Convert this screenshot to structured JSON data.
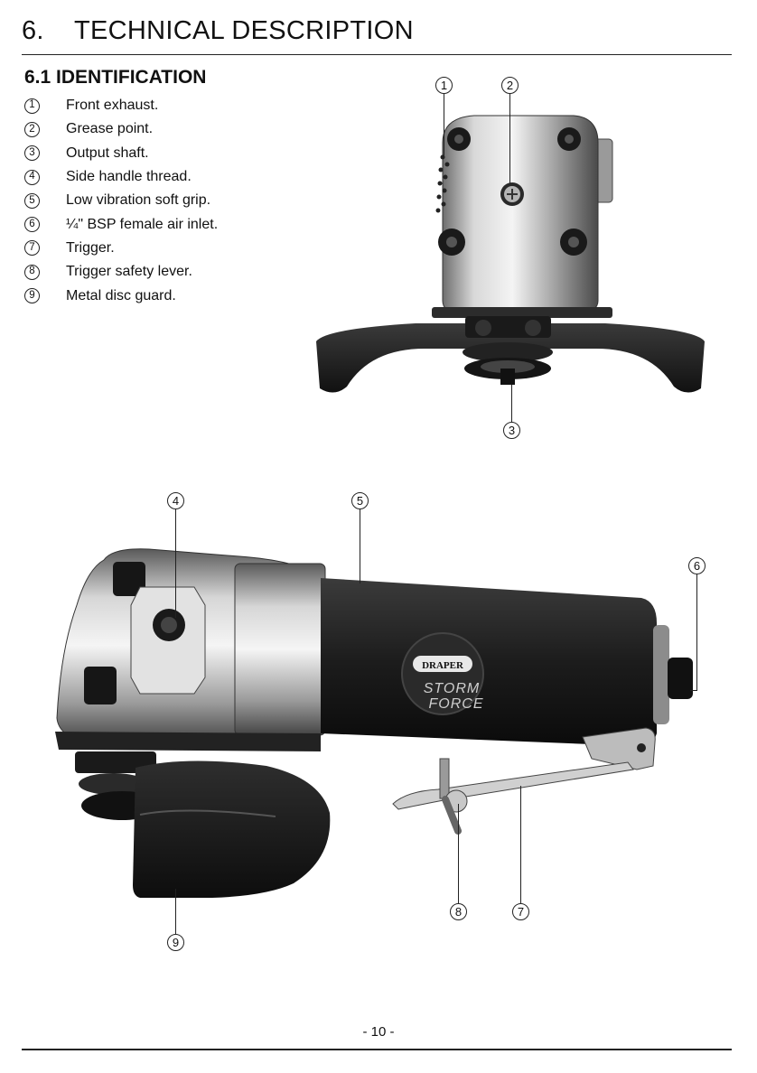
{
  "header": {
    "section_number": "6.",
    "section_title": "TECHNICAL DESCRIPTION"
  },
  "identification": {
    "heading": "6.1 IDENTIFICATION",
    "items": [
      {
        "number": "1",
        "label": "Front exhaust."
      },
      {
        "number": "2",
        "label": "Grease point."
      },
      {
        "number": "3",
        "label": "Output shaft."
      },
      {
        "number": "4",
        "label": "Side handle thread."
      },
      {
        "number": "5",
        "label": "Low vibration soft grip."
      },
      {
        "number": "6",
        "label": "¼\" BSP female air inlet."
      },
      {
        "number": "7",
        "label": "Trigger."
      },
      {
        "number": "8",
        "label": "Trigger safety lever."
      },
      {
        "number": "9",
        "label": "Metal disc guard."
      }
    ]
  },
  "callouts": {
    "c1": "1",
    "c2": "2",
    "c3": "3",
    "c4": "4",
    "c5": "5",
    "c6": "6",
    "c7": "7",
    "c8": "8",
    "c9": "9"
  },
  "brand": {
    "logo_text": "DRAPER",
    "product_line_1": "STORM",
    "product_line_2": "FORCE"
  },
  "footer": {
    "page_number": "- 10 -"
  }
}
